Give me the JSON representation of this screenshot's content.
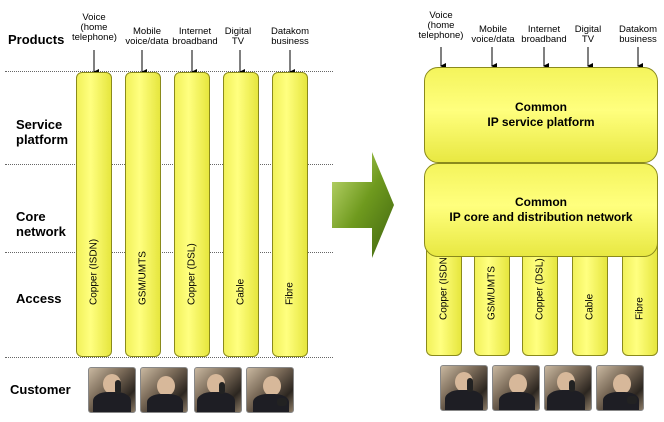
{
  "row_labels": {
    "products": "Products",
    "service_platform": "Service\nplatform",
    "core_network": "Core\nnetwork",
    "access": "Access",
    "customer": "Customer"
  },
  "left_products": [
    "Voice\n(home\ntelephone)",
    "Mobile\nvoice/data",
    "Internet\nbroadband",
    "Digital\nTV",
    "Datakom\nbusiness"
  ],
  "right_products": [
    "Voice\n(home\ntelephone)",
    "Mobile\nvoice/data",
    "Internet\nbroadband",
    "Digital\nTV",
    "Datakom\nbusiness"
  ],
  "left_pillars": [
    "Copper (ISDN)",
    "GSM/UMTS",
    "Copper (DSL)",
    "Cable",
    "Fibre"
  ],
  "right_pillars": [
    "Copper (ISDN)",
    "GSM/UMTS",
    "Copper (DSL)",
    "Cable",
    "Fibre"
  ],
  "common_service": "Common\nIP service platform",
  "common_core": "Common\nIP core and distribution network",
  "colors": {
    "pillar": "#ffff66",
    "arrow": "#5a8a1a"
  }
}
